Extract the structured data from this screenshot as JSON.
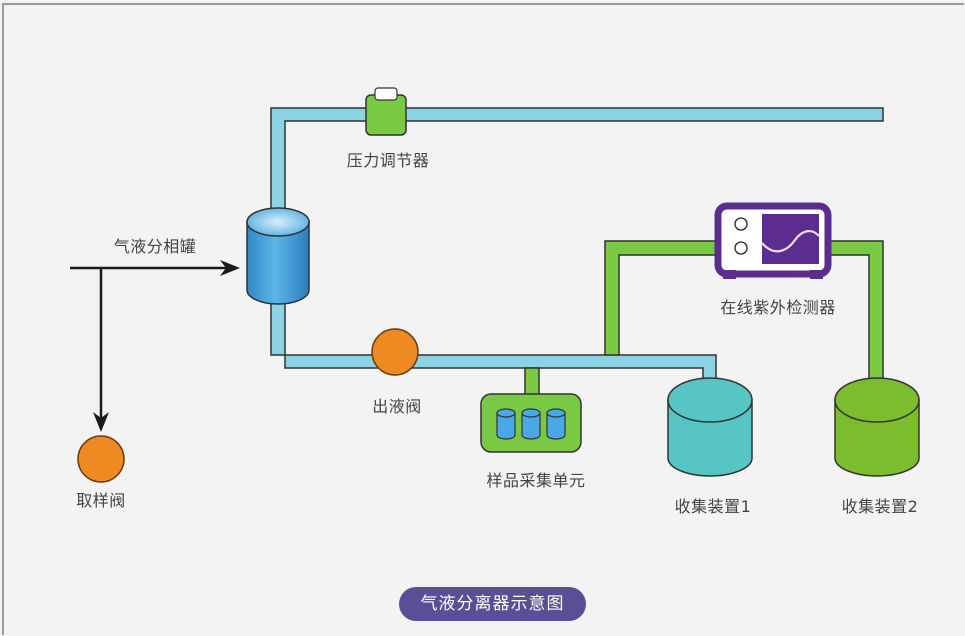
{
  "diagram": {
    "title": "气液分离器示意图",
    "colors": {
      "background": "#f3f3f3",
      "gas_pipe": "#8dd3e6",
      "liquid_pipe": "#7ac943",
      "outline": "#333333",
      "valve": "#ee8a22",
      "tank": "#4aa3d8",
      "detector": "#5b2d8e",
      "collector1": "#56c5c4",
      "collector2": "#7bbd2e",
      "title_pill": "#5a4f96"
    },
    "components": {
      "pressure_regulator": "压力调节器",
      "separator_tank": "气液分相罐",
      "outlet_valve": "出液阀",
      "sampling_valve": "取样阀",
      "sample_unit": "样品采集单元",
      "uv_detector": "在线紫外检测器",
      "collector1": "收集装置1",
      "collector2": "收集装置2"
    }
  }
}
